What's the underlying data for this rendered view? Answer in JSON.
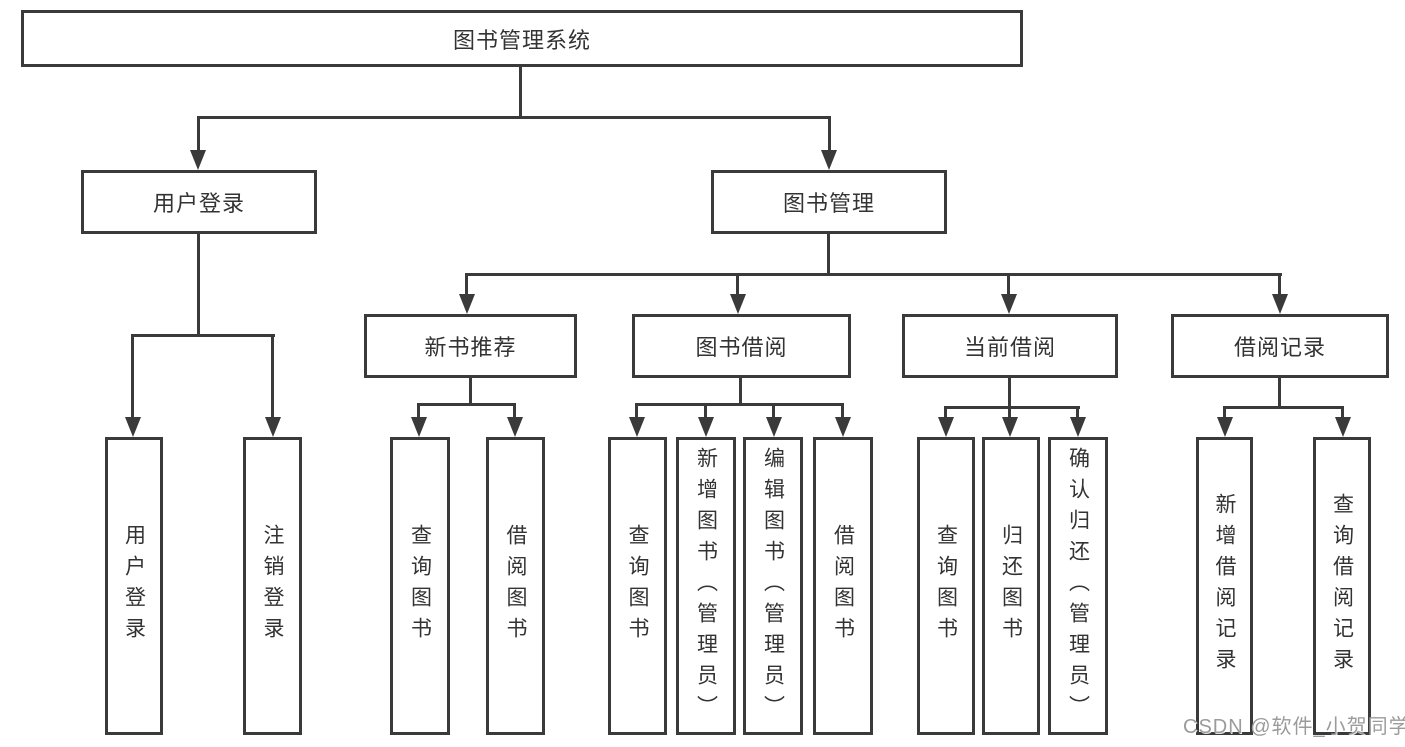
{
  "palette": {
    "line_color": "#3a3a3a",
    "text_color": "#333333",
    "background": "#ffffff",
    "watermark_color": "#9b9b9b"
  },
  "watermark": {
    "text": "CSDN @软件_小贺同学"
  },
  "tree": {
    "root": {
      "label": "图书管理系统",
      "children": [
        {
          "label": "用户登录",
          "children": [
            {
              "label": "用户登录"
            },
            {
              "label": "注销登录"
            }
          ]
        },
        {
          "label": "图书管理",
          "children": [
            {
              "label": "新书推荐",
              "children": [
                {
                  "label": "查询图书"
                },
                {
                  "label": "借阅图书"
                }
              ]
            },
            {
              "label": "图书借阅",
              "children": [
                {
                  "label": "查询图书"
                },
                {
                  "label": "新增图书（管理员）"
                },
                {
                  "label": "编辑图书（管理员）"
                },
                {
                  "label": "借阅图书"
                }
              ]
            },
            {
              "label": "当前借阅",
              "children": [
                {
                  "label": "查询图书"
                },
                {
                  "label": "归还图书"
                },
                {
                  "label": "确认归还（管理员）"
                }
              ]
            },
            {
              "label": "借阅记录",
              "children": [
                {
                  "label": "新增借阅记录"
                },
                {
                  "label": "查询借阅记录"
                }
              ]
            }
          ]
        }
      ]
    }
  }
}
